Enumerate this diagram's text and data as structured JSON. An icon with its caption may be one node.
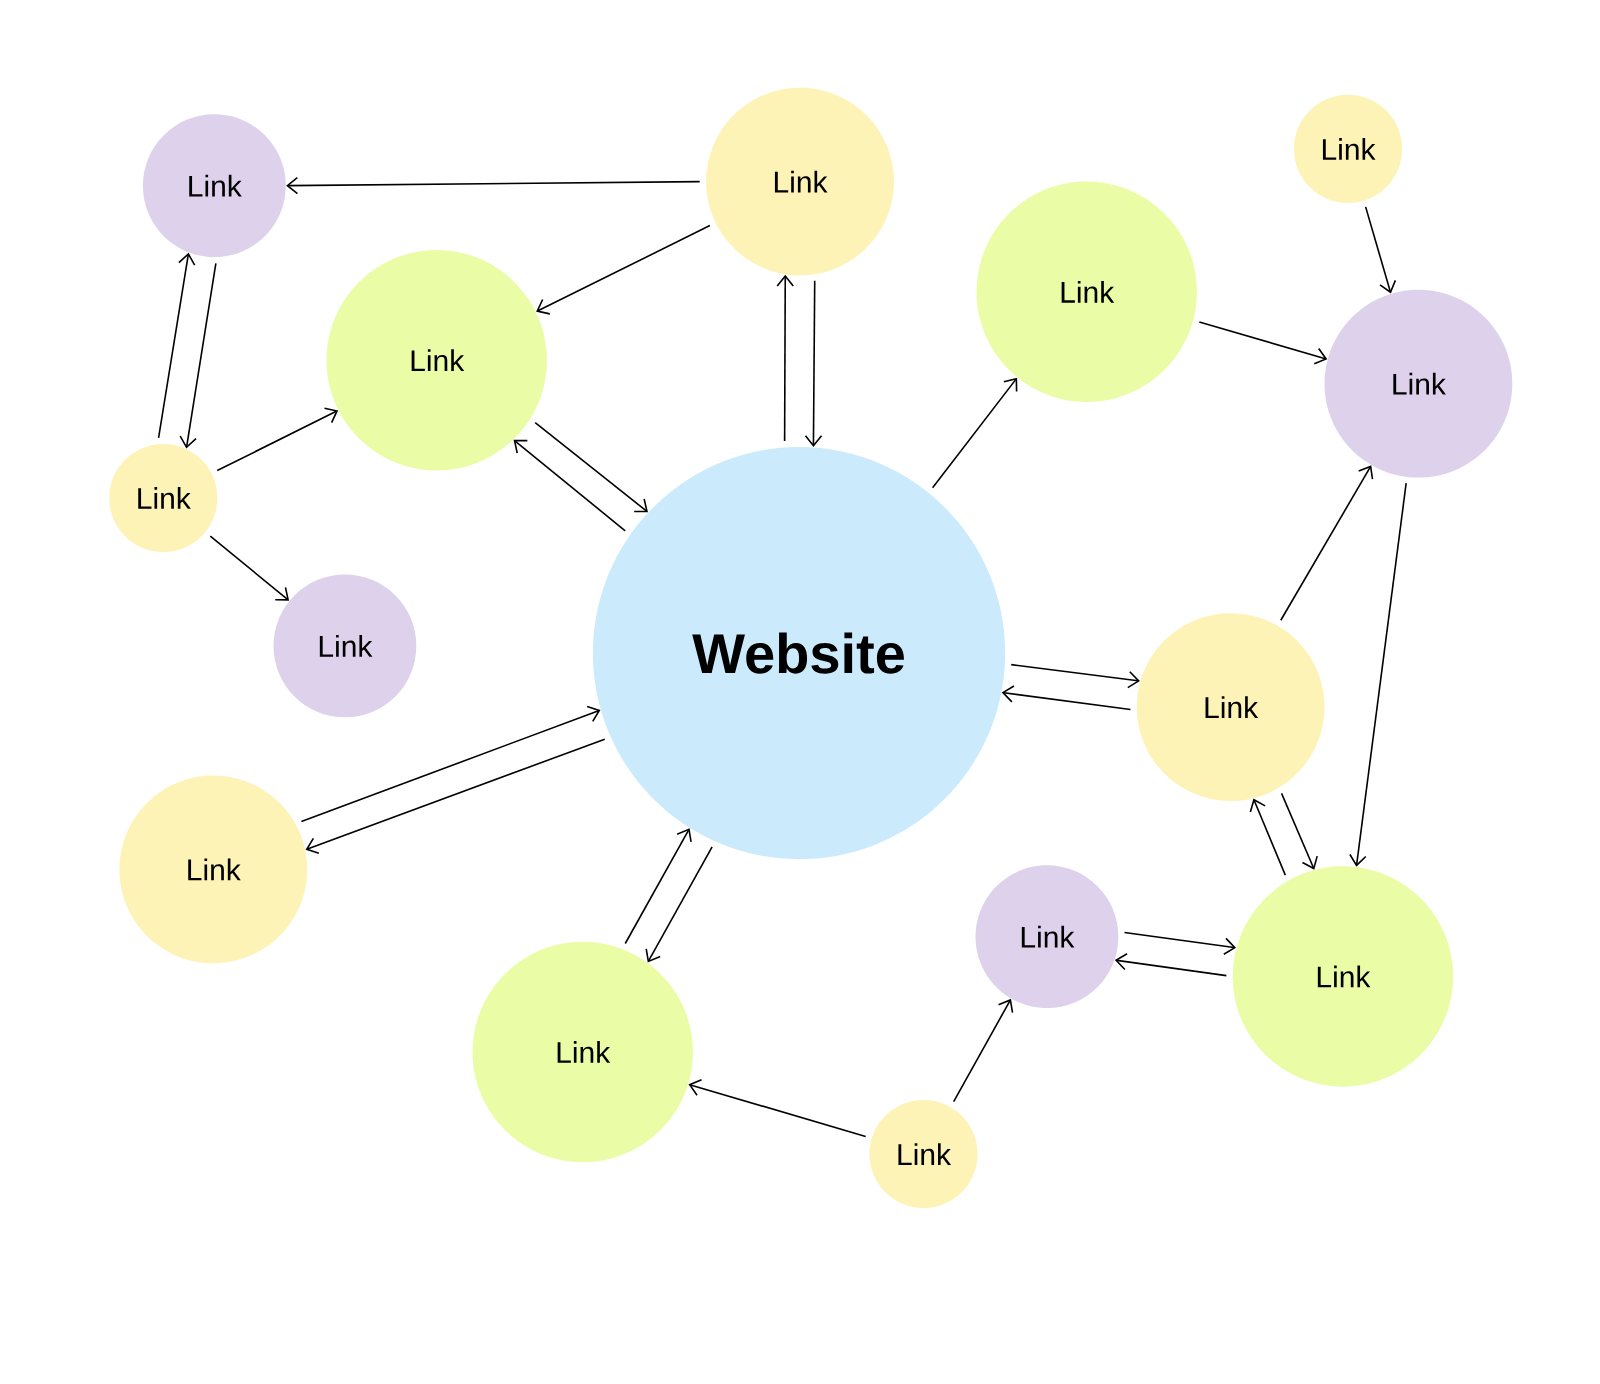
{
  "diagram": {
    "nodes": [
      {
        "text": [
          "Website"
        ]
      },
      {
        "text": [
          "Link"
        ]
      },
      {
        "text": [
          "Link"
        ]
      },
      {
        "text": [
          "Link"
        ]
      },
      {
        "text": [
          "Link"
        ]
      },
      {
        "text": [
          "Link"
        ]
      },
      {
        "text": [
          "Link"
        ]
      },
      {
        "text": [
          "Link"
        ]
      },
      {
        "text": [
          "Link"
        ]
      },
      {
        "text": [
          "Link"
        ]
      },
      {
        "text": [
          "Link"
        ]
      },
      {
        "text": [
          "Link"
        ]
      },
      {
        "text": [
          "Link"
        ]
      },
      {
        "text": [
          "Link"
        ]
      },
      {
        "text": [
          "Link"
        ]
      }
    ],
    "edges": [
      {
        "from": 1,
        "to": 2,
        "arrow": "to"
      },
      {
        "from": 1,
        "to": 3,
        "arrow": "to"
      },
      {
        "from": 0,
        "to": 1,
        "arrow": "to"
      },
      {
        "from": 1,
        "to": 0,
        "arrow": "to"
      },
      {
        "from": 2,
        "to": 4,
        "arrow": "to"
      },
      {
        "from": 4,
        "to": 2,
        "arrow": "to"
      },
      {
        "from": 4,
        "to": 3,
        "arrow": "to"
      },
      {
        "from": 4,
        "to": 5,
        "arrow": "to"
      },
      {
        "from": 3,
        "to": 0,
        "arrow": "to"
      },
      {
        "from": 0,
        "to": 3,
        "arrow": "to"
      },
      {
        "from": 0,
        "to": 6,
        "arrow": "to"
      },
      {
        "from": 7,
        "to": 8,
        "arrow": "to"
      },
      {
        "from": 6,
        "to": 8,
        "arrow": "to"
      },
      {
        "from": 0,
        "to": 9,
        "arrow": "to"
      },
      {
        "from": 9,
        "to": 0,
        "arrow": "to"
      },
      {
        "from": 9,
        "to": 8,
        "arrow": "to"
      },
      {
        "from": 8,
        "to": 13,
        "arrow": "to"
      },
      {
        "from": 9,
        "to": 13,
        "arrow": "to"
      },
      {
        "from": 13,
        "to": 9,
        "arrow": "to"
      },
      {
        "from": 0,
        "to": 10,
        "arrow": "to"
      },
      {
        "from": 10,
        "to": 0,
        "arrow": "to"
      },
      {
        "from": 11,
        "to": 0,
        "arrow": "to"
      },
      {
        "from": 0,
        "to": 11,
        "arrow": "to"
      },
      {
        "from": 14,
        "to": 11,
        "arrow": "to"
      },
      {
        "from": 14,
        "to": 12,
        "arrow": "to"
      },
      {
        "from": 13,
        "to": 12,
        "arrow": "to"
      },
      {
        "from": 12,
        "to": 13,
        "arrow": "to"
      }
    ]
  }
}
